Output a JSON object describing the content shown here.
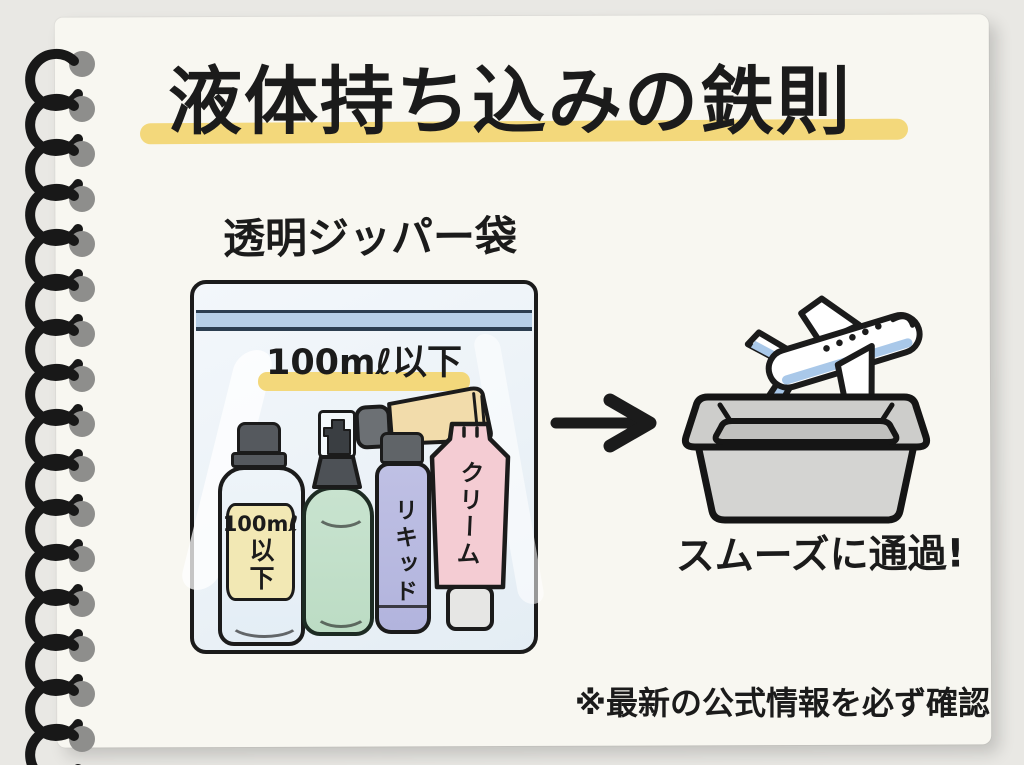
{
  "title": {
    "text": "液体持ち込みの鉄則"
  },
  "bag": {
    "label": "透明ジッパー袋",
    "limit_label": "100mℓ以下",
    "bottle_label": {
      "line1": "100mℓ",
      "line2": "以下"
    },
    "spray_label": "リキッド",
    "tube_label": "クリーム"
  },
  "result": {
    "text": "スムーズに通過!"
  },
  "footnote": {
    "text": "※最新の公式情報を必ず確認"
  },
  "icons": {
    "binding": "spiral-binding",
    "arrow": "arrow-right-icon",
    "airplane": "airplane-icon",
    "tray": "security-tray-icon"
  },
  "colors": {
    "canvas_gray": "#e9e8e4",
    "page_cream": "#f8f7f1",
    "ink": "#1b1b1b",
    "highlight_yellow": "#f3d87b",
    "bag_blue": "#edf3f8",
    "zipper_blue": "#b7cfe7",
    "zipper_dark": "#2c3e50",
    "label_yellow": "#f2e8b4",
    "bottle_clear": "#e3edf5",
    "bottle_green": "#bcdcc4",
    "bottle_lavender": "#b2b4dd",
    "tube_pink": "#f4ccd3",
    "tube_tan": "#f2dcab",
    "cap_gray": "#55595e",
    "tray_gray": "#cdcdcb",
    "plane_blue": "#a9c8e9"
  }
}
